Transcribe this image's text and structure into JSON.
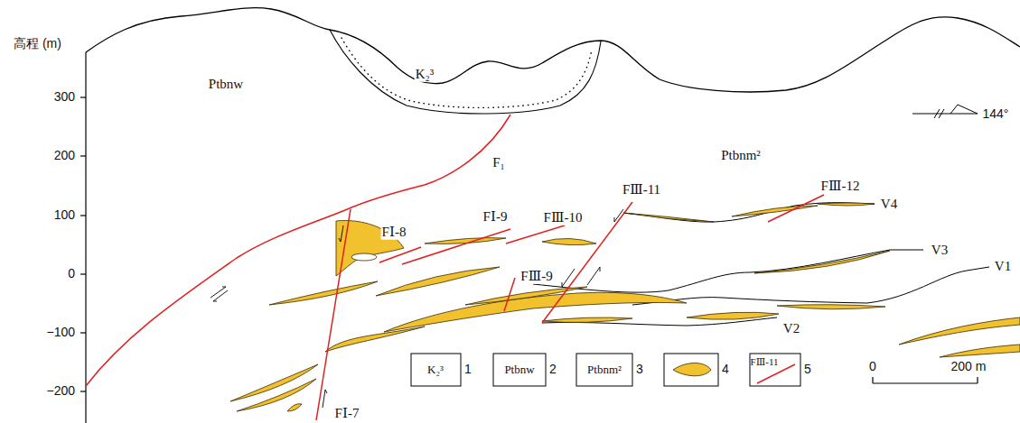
{
  "diagram": {
    "labels": [
      "高程 (m)",
      "300",
      "200",
      "100",
      "0",
      "−100",
      "−200",
      "K₂³",
      "Ptbnw",
      "Ptbnm²",
      "F₁",
      "FⅠ-8",
      "FⅠ-9",
      "FⅢ-10",
      "FⅢ-11",
      "FⅢ-12",
      "FⅢ-9",
      "FⅠ-7",
      "V4",
      "V3",
      "V1",
      "V2",
      "144°",
      "0",
      "200 m",
      "K₂³",
      "Ptbnw",
      "Ptbnm²",
      "FⅢ-11"
    ],
    "legend": [
      {
        "text": "1"
      },
      {
        "text": "2"
      },
      {
        "text": "3"
      },
      {
        "text": "4"
      },
      {
        "text": "5"
      }
    ]
  }
}
